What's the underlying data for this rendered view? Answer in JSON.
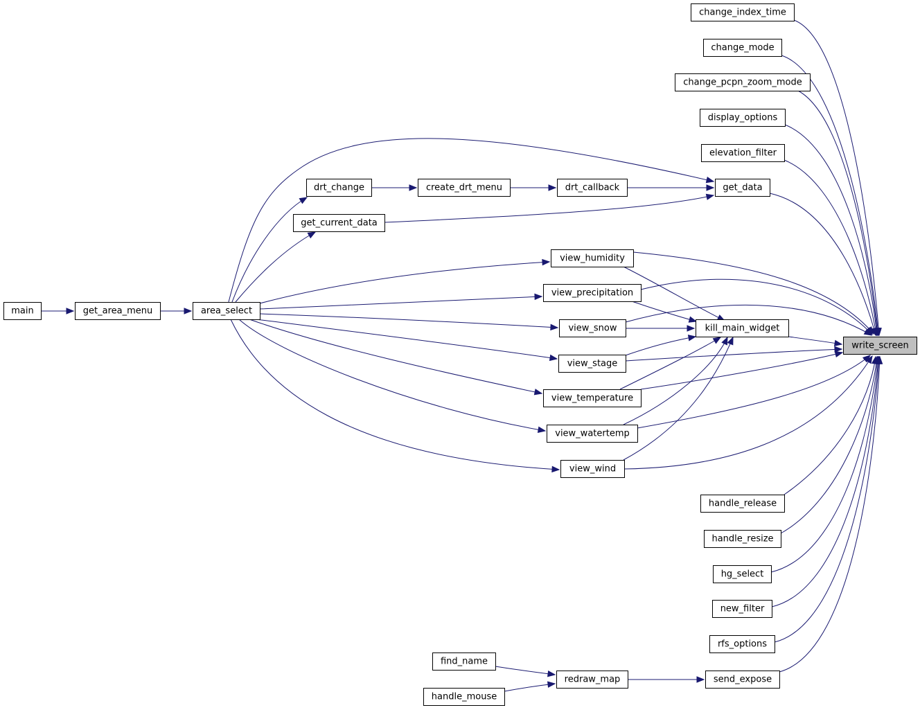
{
  "diagram": {
    "colors": {
      "edge": "#191970",
      "focus_fill": "#bfbfbf",
      "node_fill": "#ffffff",
      "node_border": "#000000"
    },
    "nodes": [
      {
        "id": "change_index_time",
        "label": "change_index_time"
      },
      {
        "id": "change_mode",
        "label": "change_mode"
      },
      {
        "id": "change_pcpn_zoom_mode",
        "label": "change_pcpn_zoom_mode"
      },
      {
        "id": "display_options",
        "label": "display_options"
      },
      {
        "id": "elevation_filter",
        "label": "elevation_filter"
      },
      {
        "id": "drt_change",
        "label": "drt_change"
      },
      {
        "id": "create_drt_menu",
        "label": "create_drt_menu"
      },
      {
        "id": "drt_callback",
        "label": "drt_callback"
      },
      {
        "id": "get_data",
        "label": "get_data"
      },
      {
        "id": "get_current_data",
        "label": "get_current_data"
      },
      {
        "id": "view_humidity",
        "label": "view_humidity"
      },
      {
        "id": "view_precipitation",
        "label": "view_precipitation"
      },
      {
        "id": "main",
        "label": "main"
      },
      {
        "id": "get_area_menu",
        "label": "get_area_menu"
      },
      {
        "id": "area_select",
        "label": "area_select"
      },
      {
        "id": "view_snow",
        "label": "view_snow"
      },
      {
        "id": "kill_main_widget",
        "label": "kill_main_widget"
      },
      {
        "id": "write_screen",
        "label": "write_screen",
        "focus": true
      },
      {
        "id": "view_stage",
        "label": "view_stage"
      },
      {
        "id": "view_temperature",
        "label": "view_temperature"
      },
      {
        "id": "view_watertemp",
        "label": "view_watertemp"
      },
      {
        "id": "view_wind",
        "label": "view_wind"
      },
      {
        "id": "handle_release",
        "label": "handle_release"
      },
      {
        "id": "handle_resize",
        "label": "handle_resize"
      },
      {
        "id": "hg_select",
        "label": "hg_select"
      },
      {
        "id": "new_filter",
        "label": "new_filter"
      },
      {
        "id": "rfs_options",
        "label": "rfs_options"
      },
      {
        "id": "find_name",
        "label": "find_name"
      },
      {
        "id": "redraw_map",
        "label": "redraw_map"
      },
      {
        "id": "send_expose",
        "label": "send_expose"
      },
      {
        "id": "handle_mouse",
        "label": "handle_mouse"
      }
    ],
    "edges": [
      {
        "from": "change_index_time",
        "to": "write_screen"
      },
      {
        "from": "change_mode",
        "to": "write_screen"
      },
      {
        "from": "change_pcpn_zoom_mode",
        "to": "write_screen"
      },
      {
        "from": "display_options",
        "to": "write_screen"
      },
      {
        "from": "elevation_filter",
        "to": "write_screen"
      },
      {
        "from": "get_data",
        "to": "write_screen"
      },
      {
        "from": "view_humidity",
        "to": "write_screen"
      },
      {
        "from": "view_precipitation",
        "to": "write_screen"
      },
      {
        "from": "view_snow",
        "to": "write_screen"
      },
      {
        "from": "kill_main_widget",
        "to": "write_screen"
      },
      {
        "from": "view_stage",
        "to": "write_screen"
      },
      {
        "from": "view_temperature",
        "to": "write_screen"
      },
      {
        "from": "view_watertemp",
        "to": "write_screen"
      },
      {
        "from": "view_wind",
        "to": "write_screen"
      },
      {
        "from": "handle_release",
        "to": "write_screen"
      },
      {
        "from": "handle_resize",
        "to": "write_screen"
      },
      {
        "from": "hg_select",
        "to": "write_screen"
      },
      {
        "from": "new_filter",
        "to": "write_screen"
      },
      {
        "from": "rfs_options",
        "to": "write_screen"
      },
      {
        "from": "send_expose",
        "to": "write_screen"
      },
      {
        "from": "drt_callback",
        "to": "get_data"
      },
      {
        "from": "get_current_data",
        "to": "get_data"
      },
      {
        "from": "area_select",
        "to": "get_data"
      },
      {
        "from": "create_drt_menu",
        "to": "drt_callback"
      },
      {
        "from": "drt_change",
        "to": "create_drt_menu"
      },
      {
        "from": "area_select",
        "to": "drt_change"
      },
      {
        "from": "area_select",
        "to": "get_current_data"
      },
      {
        "from": "get_area_menu",
        "to": "area_select"
      },
      {
        "from": "main",
        "to": "get_area_menu"
      },
      {
        "from": "area_select",
        "to": "view_humidity"
      },
      {
        "from": "area_select",
        "to": "view_precipitation"
      },
      {
        "from": "area_select",
        "to": "view_snow"
      },
      {
        "from": "area_select",
        "to": "view_stage"
      },
      {
        "from": "area_select",
        "to": "view_temperature"
      },
      {
        "from": "area_select",
        "to": "view_watertemp"
      },
      {
        "from": "area_select",
        "to": "view_wind"
      },
      {
        "from": "view_humidity",
        "to": "kill_main_widget"
      },
      {
        "from": "view_precipitation",
        "to": "kill_main_widget"
      },
      {
        "from": "view_snow",
        "to": "kill_main_widget"
      },
      {
        "from": "view_stage",
        "to": "kill_main_widget"
      },
      {
        "from": "view_temperature",
        "to": "kill_main_widget"
      },
      {
        "from": "view_watertemp",
        "to": "kill_main_widget"
      },
      {
        "from": "view_wind",
        "to": "kill_main_widget"
      },
      {
        "from": "redraw_map",
        "to": "send_expose"
      },
      {
        "from": "find_name",
        "to": "redraw_map"
      },
      {
        "from": "handle_mouse",
        "to": "redraw_map"
      }
    ]
  }
}
